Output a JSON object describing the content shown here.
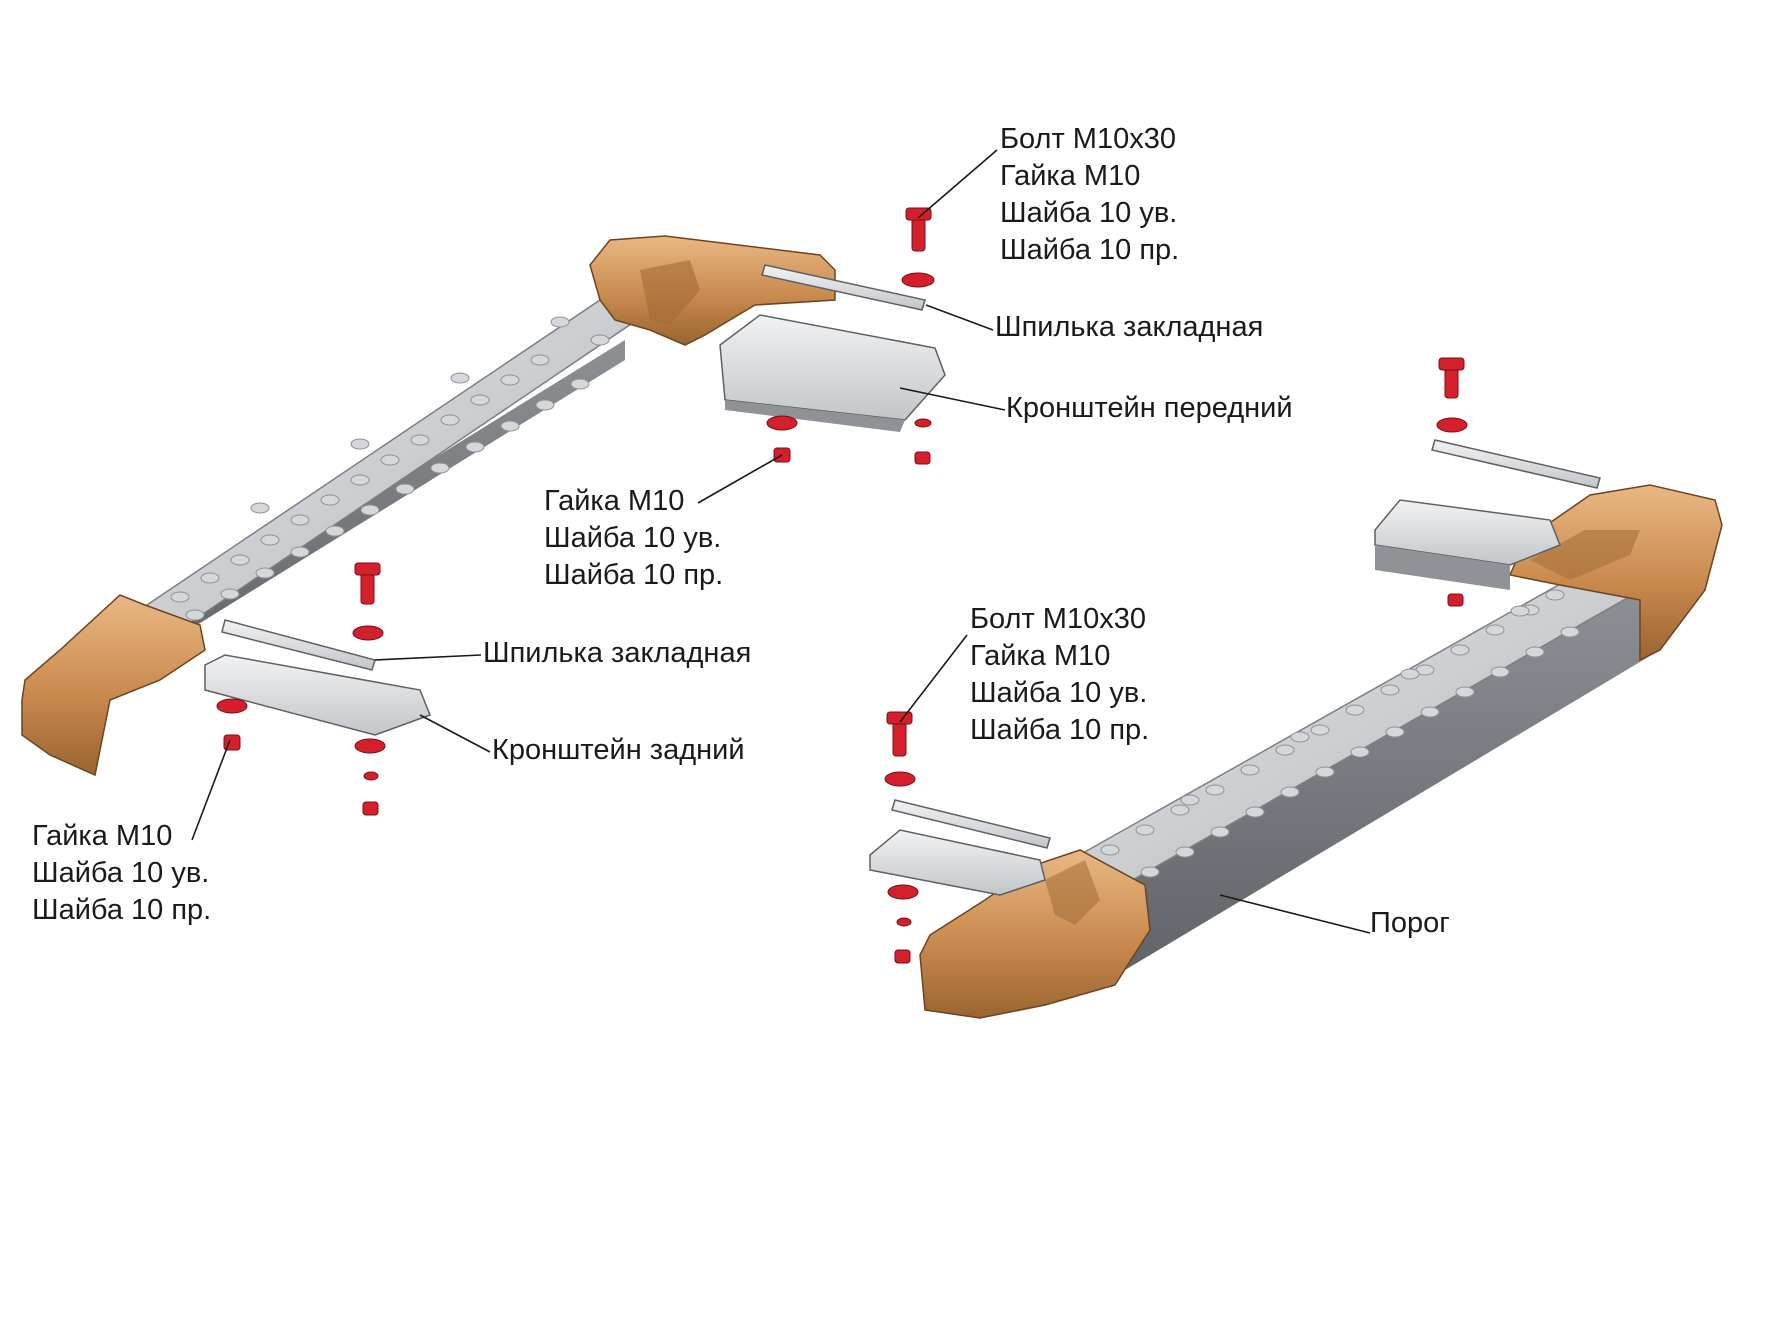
{
  "colors": {
    "accent_orange": "#c98a4e",
    "accent_orange_light": "#e2ad76",
    "accent_orange_dark": "#8e5a2c",
    "steel": "#c9cbce",
    "steel_dark": "#85888c",
    "fastener_red": "#d4202c",
    "leader_line": "#1a1a1a"
  },
  "callouts": {
    "front_fasteners_top": [
      "Болт М10х30",
      "Гайка М10",
      "Шайба 10 ув.",
      "Шайба 10 пр."
    ],
    "stud_front": "Шпилька закладная",
    "bracket_front": "Кронштейн передний",
    "nut_group_mid": [
      "Гайка М10",
      "Шайба 10 ув.",
      "Шайба 10 пр."
    ],
    "stud_rear": "Шпилька закладная",
    "bracket_rear": "Кронштейн задний",
    "nut_group_left": [
      "Гайка М10",
      "Шайба 10 ув.",
      "Шайба 10 пр."
    ],
    "fasteners_right": [
      "Болт М10х30",
      "Гайка М10",
      "Шайба 10 ув.",
      "Шайба 10 пр."
    ],
    "step": "Порог"
  }
}
